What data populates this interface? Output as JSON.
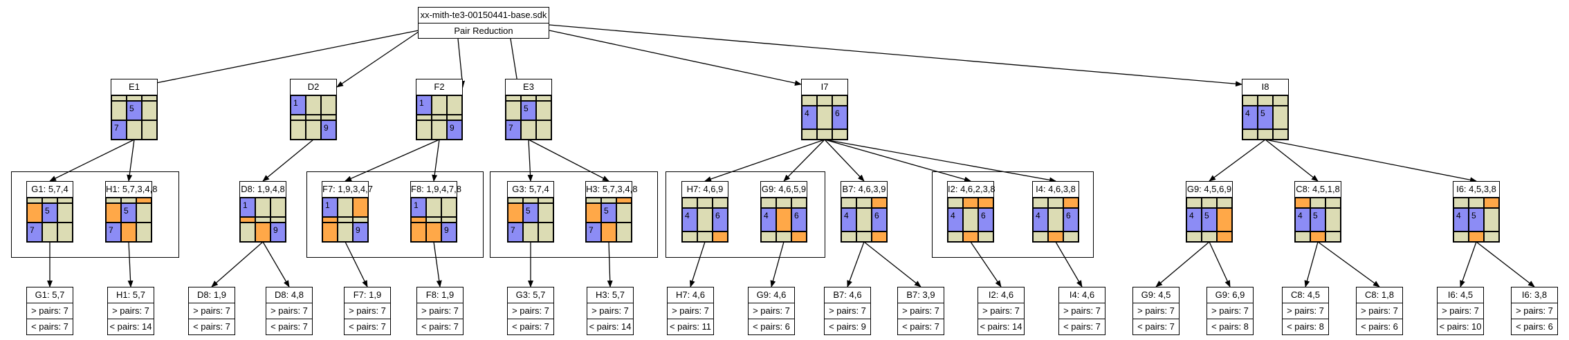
{
  "colors": {
    "empty": "#dcdcb4",
    "given": "#8c8cf5",
    "pair": "#ffa848",
    "edge": "#000000"
  },
  "root": {
    "title": "xx-mith-te3-00150441-base.sdk",
    "subtitle": "Pair Reduction"
  },
  "level1": [
    {
      "id": "E1",
      "title": "E1",
      "cells": [
        [
          "",
          "",
          ""
        ],
        [
          "",
          "5",
          ""
        ],
        [
          "7",
          "",
          ""
        ]
      ],
      "colors": [
        "e",
        "e",
        "e",
        "e",
        "g",
        "e",
        "g",
        "e",
        "e"
      ]
    },
    {
      "id": "D2",
      "title": "D2",
      "cells": [
        [
          "1",
          "",
          ""
        ],
        [
          "",
          "",
          ""
        ],
        [
          "",
          "",
          "9"
        ]
      ],
      "colors": [
        "g",
        "e",
        "e",
        "e",
        "e",
        "e",
        "e",
        "e",
        "g"
      ]
    },
    {
      "id": "F2",
      "title": "F2",
      "cells": [
        [
          "1",
          "",
          ""
        ],
        [
          "",
          "",
          ""
        ],
        [
          "",
          "",
          "9"
        ]
      ],
      "colors": [
        "g",
        "e",
        "e",
        "e",
        "e",
        "e",
        "e",
        "e",
        "g"
      ]
    },
    {
      "id": "E3",
      "title": "E3",
      "cells": [
        [
          "",
          "",
          ""
        ],
        [
          "",
          "5",
          ""
        ],
        [
          "7",
          "",
          ""
        ]
      ],
      "colors": [
        "e",
        "e",
        "e",
        "e",
        "g",
        "e",
        "g",
        "e",
        "e"
      ]
    },
    {
      "id": "I7",
      "title": "I7",
      "cells": [
        [
          "",
          "",
          ""
        ],
        [
          "4",
          "",
          "6"
        ],
        [
          "",
          "",
          ""
        ]
      ],
      "colors": [
        "e",
        "e",
        "e",
        "g",
        "e",
        "g",
        "e",
        "e",
        "e"
      ]
    },
    {
      "id": "I8",
      "title": "I8",
      "cells": [
        [
          "",
          "",
          ""
        ],
        [
          "4",
          "5",
          ""
        ],
        [
          "",
          "",
          ""
        ]
      ],
      "colors": [
        "e",
        "e",
        "e",
        "g",
        "g",
        "e",
        "e",
        "e",
        "e"
      ]
    }
  ],
  "level2": [
    {
      "id": "G1",
      "title": "G1: 5,7,4",
      "cells": [
        [
          "",
          "",
          ""
        ],
        [
          "",
          "5",
          ""
        ],
        [
          "7",
          "",
          ""
        ]
      ],
      "colors": [
        "e",
        "e",
        "e",
        "p",
        "g",
        "e",
        "g",
        "e",
        "e"
      ]
    },
    {
      "id": "H1",
      "title": "H1: 5,7,3,4,8",
      "cells": [
        [
          "",
          "",
          ""
        ],
        [
          "",
          "5",
          ""
        ],
        [
          "7",
          "",
          ""
        ]
      ],
      "colors": [
        "e",
        "e",
        "p",
        "p",
        "g",
        "e",
        "g",
        "p",
        "e"
      ]
    },
    {
      "id": "D8",
      "title": "D8: 1,9,4,8",
      "cells": [
        [
          "1",
          "",
          ""
        ],
        [
          "",
          "",
          ""
        ],
        [
          "",
          "",
          "9"
        ]
      ],
      "colors": [
        "g",
        "e",
        "e",
        "p",
        "e",
        "e",
        "e",
        "p",
        "g"
      ]
    },
    {
      "id": "F7",
      "title": "F7: 1,9,3,4,7",
      "cells": [
        [
          "1",
          "",
          ""
        ],
        [
          "",
          "",
          ""
        ],
        [
          "",
          "",
          "9"
        ]
      ],
      "colors": [
        "g",
        "e",
        "p",
        "p",
        "e",
        "e",
        "p",
        "e",
        "g"
      ]
    },
    {
      "id": "F8",
      "title": "F8: 1,9,4,7,8",
      "cells": [
        [
          "1",
          "",
          ""
        ],
        [
          "",
          "",
          ""
        ],
        [
          "",
          "",
          "9"
        ]
      ],
      "colors": [
        "g",
        "e",
        "e",
        "p",
        "e",
        "e",
        "p",
        "p",
        "g"
      ]
    },
    {
      "id": "G3",
      "title": "G3: 5,7,4",
      "cells": [
        [
          "",
          "",
          ""
        ],
        [
          "",
          "5",
          ""
        ],
        [
          "7",
          "",
          ""
        ]
      ],
      "colors": [
        "e",
        "e",
        "e",
        "p",
        "g",
        "e",
        "g",
        "e",
        "e"
      ]
    },
    {
      "id": "H3",
      "title": "H3: 5,7,3,4,8",
      "cells": [
        [
          "",
          "",
          ""
        ],
        [
          "",
          "5",
          ""
        ],
        [
          "7",
          "",
          ""
        ]
      ],
      "colors": [
        "e",
        "e",
        "p",
        "p",
        "g",
        "e",
        "g",
        "p",
        "e"
      ]
    },
    {
      "id": "H7",
      "title": "H7: 4,6,9",
      "cells": [
        [
          "",
          "",
          ""
        ],
        [
          "4",
          "",
          "6"
        ],
        [
          "",
          "",
          ""
        ]
      ],
      "colors": [
        "e",
        "e",
        "e",
        "g",
        "e",
        "g",
        "e",
        "e",
        "p"
      ]
    },
    {
      "id": "G9",
      "title": "G9: 4,6,5,9",
      "cells": [
        [
          "",
          "",
          ""
        ],
        [
          "4",
          "",
          "6"
        ],
        [
          "",
          "",
          ""
        ]
      ],
      "colors": [
        "e",
        "e",
        "e",
        "g",
        "p",
        "g",
        "e",
        "e",
        "p"
      ]
    },
    {
      "id": "B7",
      "title": "B7: 4,6,3,9",
      "cells": [
        [
          "",
          "",
          ""
        ],
        [
          "4",
          "",
          "6"
        ],
        [
          "",
          "",
          ""
        ]
      ],
      "colors": [
        "e",
        "e",
        "p",
        "g",
        "e",
        "g",
        "e",
        "e",
        "p"
      ]
    },
    {
      "id": "I2",
      "title": "I2: 4,6,2,3,8",
      "cells": [
        [
          "",
          "",
          ""
        ],
        [
          "4",
          "",
          "6"
        ],
        [
          "",
          "",
          ""
        ]
      ],
      "colors": [
        "e",
        "p",
        "p",
        "g",
        "e",
        "g",
        "e",
        "p",
        "e"
      ]
    },
    {
      "id": "I4",
      "title": "I4: 4,6,3,8",
      "cells": [
        [
          "",
          "",
          ""
        ],
        [
          "4",
          "",
          "6"
        ],
        [
          "",
          "",
          ""
        ]
      ],
      "colors": [
        "e",
        "e",
        "p",
        "g",
        "e",
        "g",
        "e",
        "p",
        "e"
      ]
    },
    {
      "id": "G9b",
      "title": "G9: 4,5,6,9",
      "cells": [
        [
          "",
          "",
          ""
        ],
        [
          "4",
          "5",
          ""
        ],
        [
          "",
          "",
          ""
        ]
      ],
      "colors": [
        "e",
        "e",
        "e",
        "g",
        "g",
        "p",
        "e",
        "e",
        "p"
      ]
    },
    {
      "id": "C8",
      "title": "C8: 4,5,1,8",
      "cells": [
        [
          "",
          "",
          ""
        ],
        [
          "4",
          "5",
          ""
        ],
        [
          "",
          "",
          ""
        ]
      ],
      "colors": [
        "p",
        "e",
        "e",
        "g",
        "g",
        "e",
        "e",
        "p",
        "e"
      ]
    },
    {
      "id": "I6",
      "title": "I6: 4,5,3,8",
      "cells": [
        [
          "",
          "",
          ""
        ],
        [
          "4",
          "5",
          ""
        ],
        [
          "",
          "",
          ""
        ]
      ],
      "colors": [
        "e",
        "e",
        "p",
        "g",
        "g",
        "e",
        "e",
        "p",
        "e"
      ]
    }
  ],
  "leaves": [
    {
      "title": "G1: 5,7",
      "gt": "> pairs: 7",
      "lt": "< pairs: 7"
    },
    {
      "title": "H1: 5,7",
      "gt": "> pairs: 7",
      "lt": "< pairs: 14"
    },
    {
      "title": "D8: 1,9",
      "gt": "> pairs: 7",
      "lt": "< pairs: 7"
    },
    {
      "title": "D8: 4,8",
      "gt": "> pairs: 7",
      "lt": "< pairs: 7"
    },
    {
      "title": "F7: 1,9",
      "gt": "> pairs: 7",
      "lt": "< pairs: 7"
    },
    {
      "title": "F8: 1,9",
      "gt": "> pairs: 7",
      "lt": "< pairs: 7"
    },
    {
      "title": "G3: 5,7",
      "gt": "> pairs: 7",
      "lt": "< pairs: 7"
    },
    {
      "title": "H3: 5,7",
      "gt": "> pairs: 7",
      "lt": "< pairs: 14"
    },
    {
      "title": "H7: 4,6",
      "gt": "> pairs: 7",
      "lt": "< pairs: 11"
    },
    {
      "title": "G9: 4,6",
      "gt": "> pairs: 7",
      "lt": "< pairs: 6"
    },
    {
      "title": "B7: 4,6",
      "gt": "> pairs: 7",
      "lt": "< pairs: 9"
    },
    {
      "title": "B7: 3,9",
      "gt": "> pairs: 7",
      "lt": "< pairs: 7"
    },
    {
      "title": "I2: 4,6",
      "gt": "> pairs: 7",
      "lt": "< pairs: 14"
    },
    {
      "title": "I4: 4,6",
      "gt": "> pairs: 7",
      "lt": "< pairs: 7"
    },
    {
      "title": "G9: 4,5",
      "gt": "> pairs: 7",
      "lt": "< pairs: 7"
    },
    {
      "title": "G9: 6,9",
      "gt": "> pairs: 7",
      "lt": "< pairs: 8"
    },
    {
      "title": "C8: 4,5",
      "gt": "> pairs: 7",
      "lt": "< pairs: 8"
    },
    {
      "title": "C8: 1,8",
      "gt": "> pairs: 7",
      "lt": "< pairs: 6"
    },
    {
      "title": "I6: 4,5",
      "gt": "> pairs: 7",
      "lt": "< pairs: 10"
    },
    {
      "title": "I6: 3,8",
      "gt": "> pairs: 7",
      "lt": "< pairs: 6"
    }
  ],
  "edges": [
    [
      "root",
      "E1"
    ],
    [
      "root",
      "D2"
    ],
    [
      "root",
      "F2"
    ],
    [
      "root",
      "E3"
    ],
    [
      "root",
      "I7"
    ],
    [
      "root",
      "I8"
    ],
    [
      "E1",
      "G1"
    ],
    [
      "E1",
      "H1"
    ],
    [
      "D2",
      "D8"
    ],
    [
      "F2",
      "F7"
    ],
    [
      "F2",
      "F8"
    ],
    [
      "E3",
      "G3"
    ],
    [
      "E3",
      "H3"
    ],
    [
      "I7",
      "H7"
    ],
    [
      "I7",
      "G9"
    ],
    [
      "I7",
      "B7"
    ],
    [
      "I7",
      "I2"
    ],
    [
      "I7",
      "I4"
    ],
    [
      "I8",
      "G9b"
    ],
    [
      "I8",
      "C8"
    ],
    [
      "I8",
      "I6"
    ],
    [
      "G1",
      "leaf0"
    ],
    [
      "H1",
      "leaf1"
    ],
    [
      "D8",
      "leaf2"
    ],
    [
      "D8",
      "leaf3"
    ],
    [
      "F7",
      "leaf4"
    ],
    [
      "F8",
      "leaf5"
    ],
    [
      "G3",
      "leaf6"
    ],
    [
      "H3",
      "leaf7"
    ],
    [
      "H7",
      "leaf8"
    ],
    [
      "G9",
      "leaf9"
    ],
    [
      "B7",
      "leaf10"
    ],
    [
      "B7",
      "leaf11"
    ],
    [
      "I2",
      "leaf12"
    ],
    [
      "I4",
      "leaf13"
    ],
    [
      "G9b",
      "leaf14"
    ],
    [
      "G9b",
      "leaf15"
    ],
    [
      "C8",
      "leaf16"
    ],
    [
      "C8",
      "leaf17"
    ],
    [
      "I6",
      "leaf18"
    ],
    [
      "I6",
      "leaf19"
    ]
  ]
}
